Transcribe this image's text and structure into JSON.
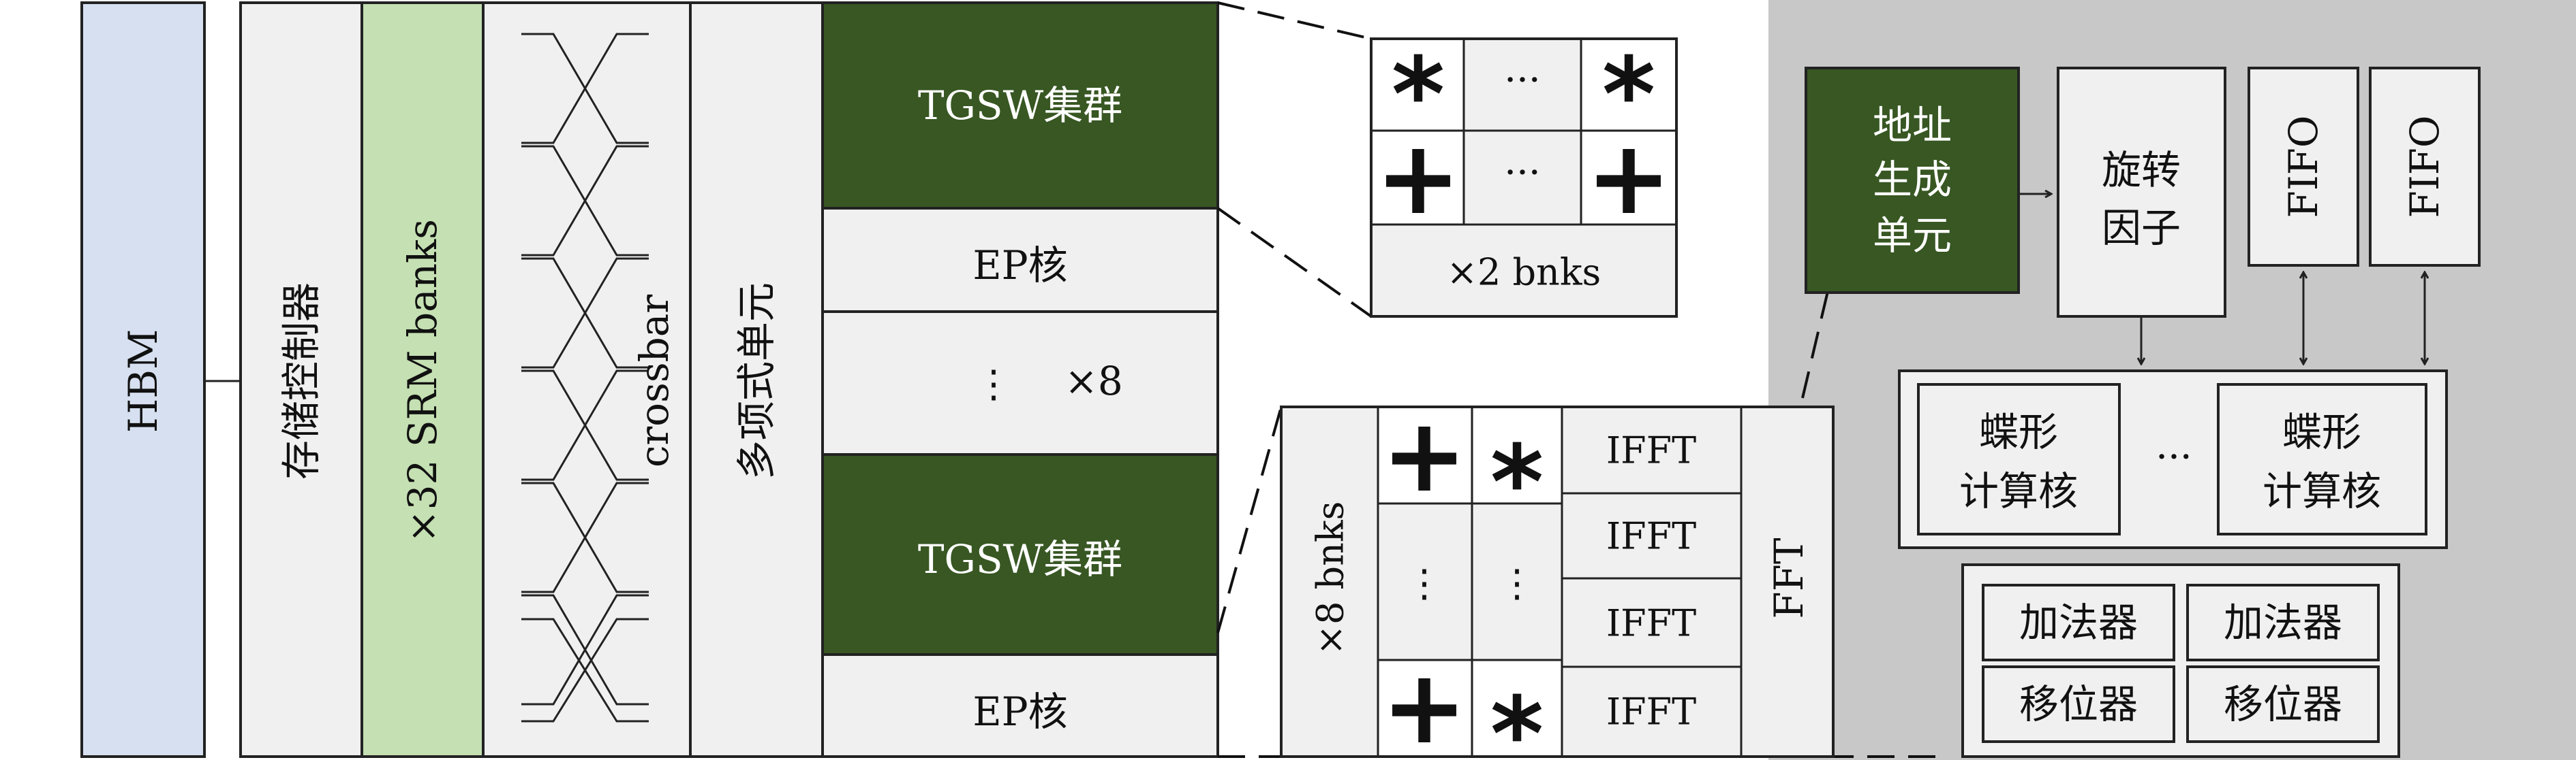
{
  "colors": {
    "hbm_fill": "#d6e0f0",
    "sram_fill": "#c5e0b3",
    "dark_green": "#385723",
    "light_gray": "#f0f0f0",
    "panel_gray": "#c8c8c8",
    "line": "#222222"
  },
  "main": {
    "hbm": "HBM",
    "mem_ctrl": "存储控制器",
    "srm": "×32 SRM banks",
    "crossbar": "crossbar",
    "poly_unit": "多项式单元",
    "tgsw_top": "TGSW集群",
    "ep_top": "EP核",
    "dots": "⋮",
    "times8": "×8",
    "tgsw_bottom": "TGSW集群",
    "ep_bottom": "EP核"
  },
  "tgsw_detail": {
    "dots": "···",
    "banks": "×2 bnks"
  },
  "ep_detail": {
    "banks": "×8 bnks",
    "dots": "⋮",
    "ifft": [
      "IFFT",
      "IFFT",
      "IFFT",
      "IFFT"
    ],
    "fft": "FFT"
  },
  "poly_detail": {
    "addr_lines": [
      "地址",
      "生成",
      "单元"
    ],
    "twiddle_lines": [
      "旋转",
      "因子"
    ],
    "fifo": [
      "FIFO",
      "FIFO"
    ],
    "butterfly_lines": [
      "蝶形",
      "计算核"
    ],
    "dots": "···",
    "adder": [
      "加法器",
      "加法器"
    ],
    "shifter": [
      "移位器",
      "移位器"
    ]
  }
}
